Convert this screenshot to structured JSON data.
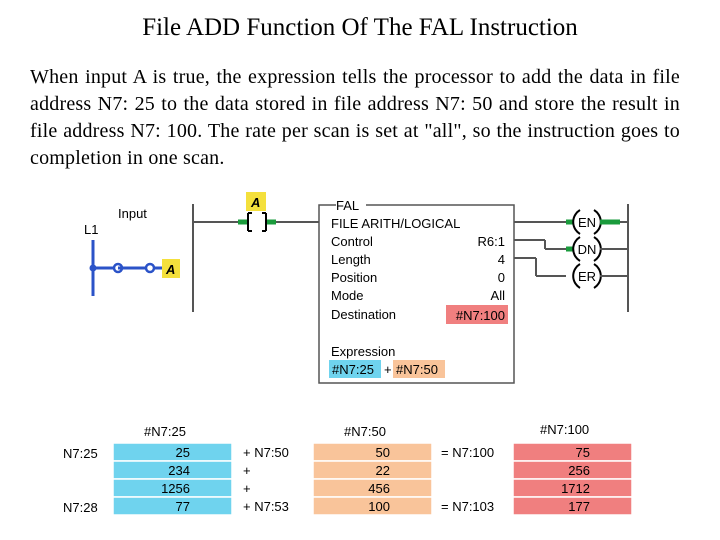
{
  "title": "File ADD Function Of The FAL Instruction",
  "description": "When input A is true, the expression tells the processor to add the data in file address N7: 25 to the data stored in file address N7: 50 and store the result in file address N7: 100. The rate per scan is set at \"all\", so the instruction goes to completion in one scan.",
  "input": {
    "rail_label": "L1",
    "input_label": "Input",
    "switch_tag": "A"
  },
  "rung": {
    "contact_tag": "A"
  },
  "fal_block": {
    "name": "FAL",
    "type": "FILE ARITH/LOGICAL",
    "rows": [
      {
        "label": "Control",
        "value": "R6:1"
      },
      {
        "label": "Length",
        "value": "4"
      },
      {
        "label": "Position",
        "value": "0"
      },
      {
        "label": "Mode",
        "value": "All"
      },
      {
        "label": "Destination",
        "value": "#N7:100"
      }
    ],
    "expression_label": "Expression",
    "expression_a": "#N7:25",
    "expression_op": "+",
    "expression_b": "#N7:50"
  },
  "outputs": [
    "EN",
    "DN",
    "ER"
  ],
  "tables": {
    "start_label": "N7:25",
    "end_label": "N7:28",
    "src_a": {
      "header": "#N7:25",
      "values": [
        "25",
        "234",
        "1256",
        "77"
      ]
    },
    "src_b": {
      "header": "#N7:50",
      "values": [
        "50",
        "22",
        "456",
        "100"
      ]
    },
    "dest": {
      "header": "#N7:100",
      "values": [
        "75",
        "256",
        "1712",
        "177"
      ]
    },
    "plus_labels": [
      "+ N7:50",
      "+",
      "+",
      "+ N7:53"
    ],
    "equals_labels": [
      "= N7:100",
      "",
      "",
      "= N7:103"
    ]
  },
  "colors": {
    "blue": "#6fd3ee",
    "orange": "#f9c49a",
    "red": "#f07f7f",
    "yellow": "#f4e03c",
    "green": "#1a9b3c",
    "rung": "#555555",
    "input_blue": "#2b53c8"
  }
}
